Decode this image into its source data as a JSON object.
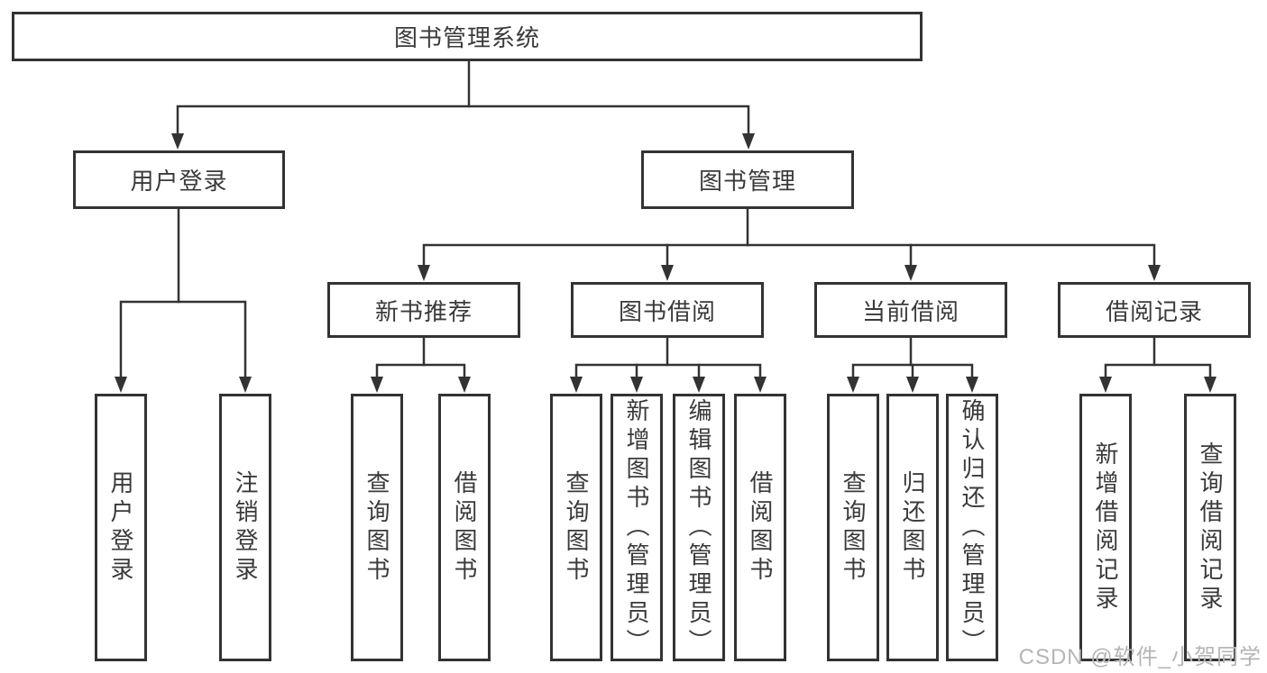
{
  "diagram": {
    "root": {
      "label": "图书管理系统"
    },
    "level2": [
      {
        "label": "用户登录"
      },
      {
        "label": "图书管理"
      }
    ],
    "level3": [
      {
        "label": "新书推荐"
      },
      {
        "label": "图书借阅"
      },
      {
        "label": "当前借阅"
      },
      {
        "label": "借阅记录"
      }
    ],
    "leaves": {
      "user": [
        "用户登录",
        "注销登录"
      ],
      "recommend": [
        "查询图书",
        "借阅图书"
      ],
      "borrow": [
        "查询图书",
        "新增图书（管理员）",
        "编辑图书（管理员）",
        "借阅图书"
      ],
      "current": [
        "查询图书",
        "归还图书",
        "确认归还（管理员）"
      ],
      "records": [
        "新增借阅记录",
        "查询借阅记录"
      ]
    }
  },
  "watermark": {
    "text": "CSDN @软件_小贺同学"
  },
  "colors": {
    "line": "#333333",
    "text": "#3a3a3a",
    "box_background": "#ffffff",
    "watermark": "#b5b5b5",
    "background": "#ffffff"
  }
}
